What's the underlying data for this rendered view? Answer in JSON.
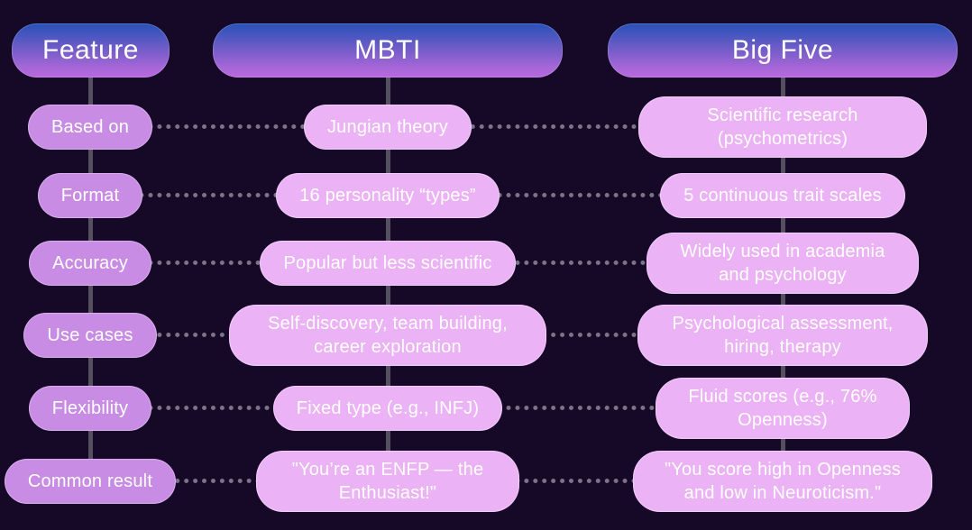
{
  "diagram": {
    "title_implicit": "MBTI vs Big Five comparison",
    "columns": [
      {
        "label": "Feature"
      },
      {
        "label": "MBTI"
      },
      {
        "label": "Big Five"
      }
    ],
    "rows": [
      {
        "feature": "Based on",
        "mbti": "Jungian theory",
        "bigfive": "Scientific research (psychometrics)"
      },
      {
        "feature": "Format",
        "mbti": "16 personality “types”",
        "bigfive": "5 continuous trait scales"
      },
      {
        "feature": "Accuracy",
        "mbti": "Popular but less scientific",
        "bigfive": "Widely used in academia and psychology"
      },
      {
        "feature": "Use cases",
        "mbti": "Self-discovery, team building, career exploration",
        "bigfive": "Psychological assessment, hiring, therapy"
      },
      {
        "feature": "Flexibility",
        "mbti": "Fixed type (e.g., INFJ)",
        "bigfive": "Fluid scores (e.g., 76% Openness)"
      },
      {
        "feature": "Common result",
        "mbti": "\"You’re an ENFP — the Enthusiast!\"",
        "bigfive": "\"You score high in Openness and low in Neuroticism.\""
      }
    ],
    "colors": {
      "background": "#160927",
      "header_gradient_top": "#2751b7",
      "header_gradient_bottom": "#b769de",
      "feature_cell": "#c98ce4",
      "value_cell": "#ecb2f6",
      "vertical_line": "#55505f",
      "dotted_line": "#7b7487",
      "text": "#ffffff"
    }
  }
}
